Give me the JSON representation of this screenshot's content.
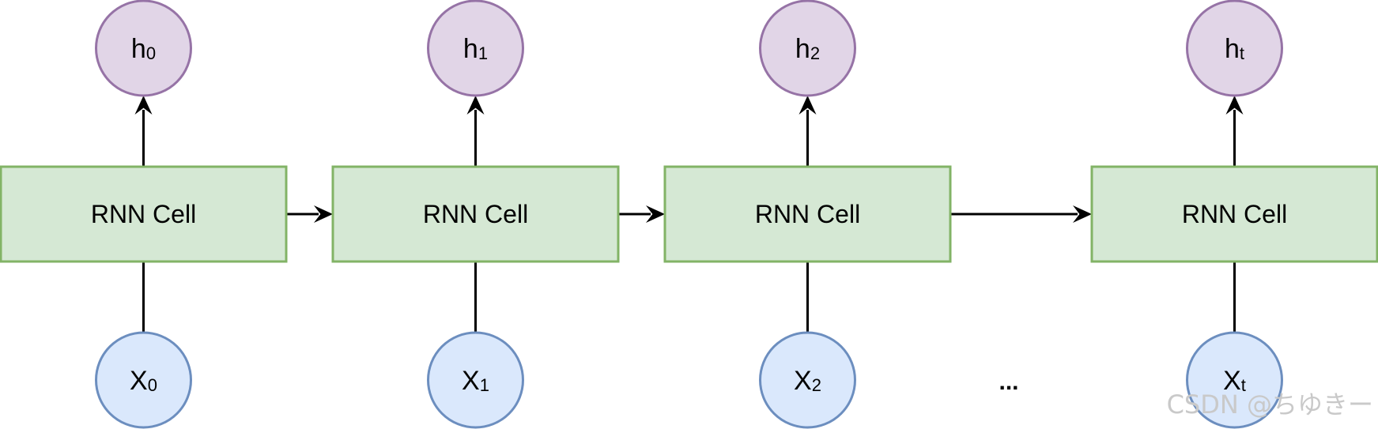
{
  "diagram": {
    "cells": [
      {
        "label": "RNN Cell",
        "output": {
          "main": "h",
          "sub": "0"
        },
        "input": {
          "main": "X",
          "sub": "0"
        }
      },
      {
        "label": "RNN Cell",
        "output": {
          "main": "h",
          "sub": "1"
        },
        "input": {
          "main": "X",
          "sub": "1"
        }
      },
      {
        "label": "RNN Cell",
        "output": {
          "main": "h",
          "sub": "2"
        },
        "input": {
          "main": "X",
          "sub": "2"
        }
      },
      {
        "label": "RNN Cell",
        "output": {
          "main": "h",
          "sub": "t"
        },
        "input": {
          "main": "X",
          "sub": "t"
        }
      }
    ],
    "ellipsis": "...",
    "watermark": "CSDN @ちゆきー"
  },
  "colors": {
    "cell_fill": "#d5e8d4",
    "cell_stroke": "#82b366",
    "output_fill": "#e1d5e7",
    "output_stroke": "#9673a6",
    "input_fill": "#dae8fc",
    "input_stroke": "#6c8ebf",
    "arrow": "#000000"
  }
}
